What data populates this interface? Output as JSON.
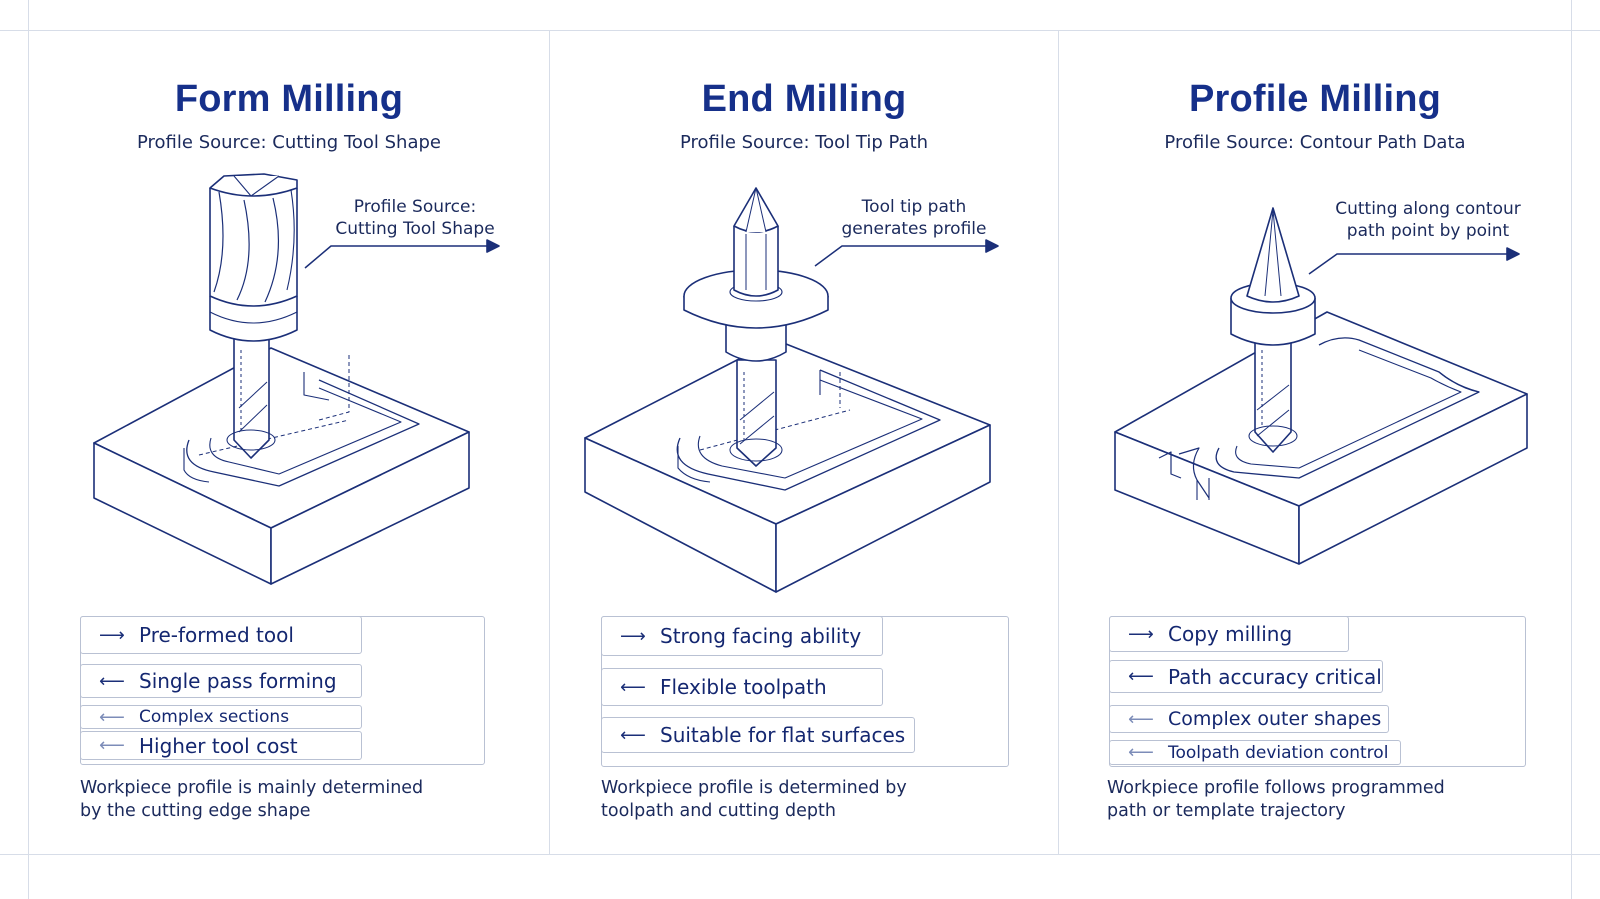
{
  "panels": [
    {
      "title": "Form Milling",
      "subtitle": "Profile Source: Cutting Tool Shape",
      "callout": [
        "Profile Source:",
        "Cutting Tool Shape"
      ],
      "features": [
        {
          "label": "Pre-formed tool",
          "arrow": "right"
        },
        {
          "label": "Single pass forming",
          "arrow": "left"
        },
        {
          "label": "Complex sections",
          "arrow": "left"
        },
        {
          "label": "Higher tool cost",
          "arrow": "left"
        }
      ],
      "caption": [
        "Workpiece profile is mainly determined",
        "by the cutting edge shape"
      ]
    },
    {
      "title": "End Milling",
      "subtitle": "Profile Source: Tool Tip Path",
      "callout": [
        "Tool tip path",
        "generates profile"
      ],
      "features": [
        {
          "label": "Strong facing ability",
          "arrow": "right"
        },
        {
          "label": "Flexible toolpath",
          "arrow": "left"
        },
        {
          "label": "Suitable for flat surfaces",
          "arrow": "left"
        }
      ],
      "caption": [
        "Workpiece profile is determined by",
        "toolpath and cutting depth"
      ]
    },
    {
      "title": "Profile Milling",
      "subtitle": "Profile Source: Contour Path Data",
      "callout": [
        "Cutting along contour",
        "path point by point"
      ],
      "features": [
        {
          "label": "Copy milling",
          "arrow": "right"
        },
        {
          "label": "Path accuracy critical",
          "arrow": "left"
        },
        {
          "label": "Complex outer shapes",
          "arrow": "left"
        },
        {
          "label": "Toolpath deviation control",
          "arrow": "left"
        }
      ],
      "caption": [
        "Workpiece profile follows programmed",
        "path or template trajectory"
      ]
    }
  ],
  "colors": {
    "ink": "#1b2f78",
    "title": "#16308a",
    "border": "#b9c1d3",
    "grid": "#d7dde8"
  },
  "icons": {
    "right": "arrow-right-icon",
    "left": "arrow-left-icon"
  }
}
